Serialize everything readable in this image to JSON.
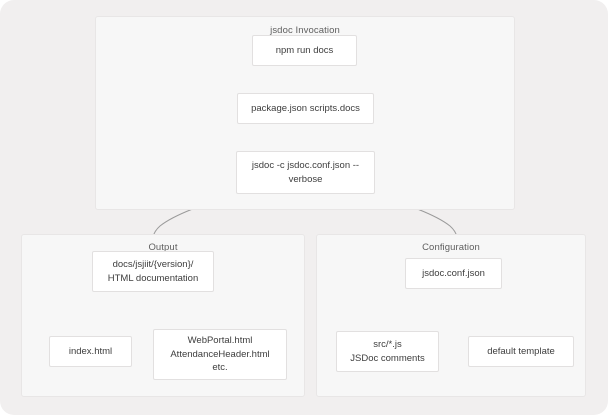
{
  "diagram": {
    "type": "flowchart",
    "background_color": "#f1efef",
    "cluster_background_color": "#f7f7f7",
    "node_background_color": "#ffffff",
    "edge_color": "#9a9a9a",
    "clusters": [
      {
        "id": "invocation",
        "label": "jsdoc Invocation"
      },
      {
        "id": "output",
        "label": "Output"
      },
      {
        "id": "configuration",
        "label": "Configuration"
      }
    ],
    "nodes": [
      {
        "id": "npm",
        "lines": [
          "npm run docs"
        ]
      },
      {
        "id": "pkg",
        "lines": [
          "package.json scripts.docs"
        ]
      },
      {
        "id": "cmd",
        "lines": [
          "jsdoc -c jsdoc.conf.json --",
          "verbose"
        ]
      },
      {
        "id": "docsdir",
        "lines": [
          "docs/jsjiit/{version}/",
          "HTML documentation"
        ]
      },
      {
        "id": "index",
        "lines": [
          "index.html"
        ]
      },
      {
        "id": "pages",
        "lines": [
          "WebPortal.html",
          "AttendanceHeader.html",
          "etc."
        ]
      },
      {
        "id": "conf",
        "lines": [
          "jsdoc.conf.json"
        ]
      },
      {
        "id": "src",
        "lines": [
          "src/*.js",
          "JSDoc comments"
        ]
      },
      {
        "id": "tmpl",
        "lines": [
          "default template"
        ]
      }
    ],
    "edges": [
      {
        "from": "npm",
        "to": "pkg"
      },
      {
        "from": "pkg",
        "to": "cmd"
      },
      {
        "from": "cmd",
        "to": "docsdir"
      },
      {
        "from": "cmd",
        "to": "conf"
      },
      {
        "from": "docsdir",
        "to": "index"
      },
      {
        "from": "docsdir",
        "to": "pages"
      },
      {
        "from": "conf",
        "to": "src"
      },
      {
        "from": "conf",
        "to": "tmpl"
      }
    ]
  }
}
